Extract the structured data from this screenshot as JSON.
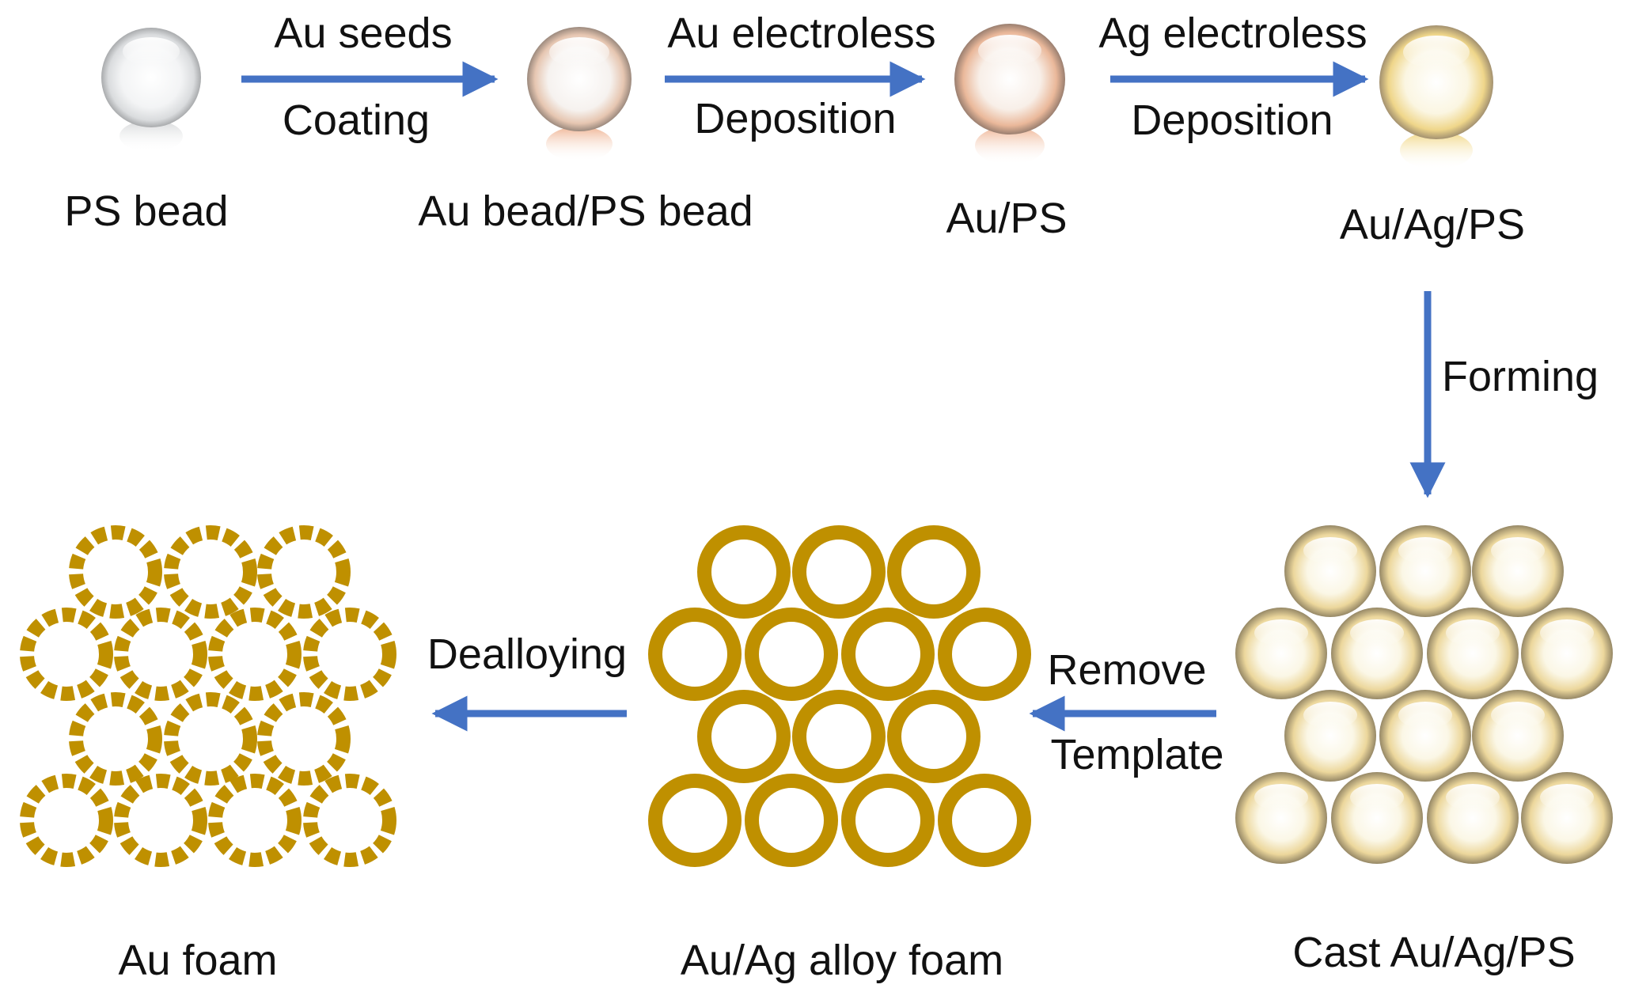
{
  "colors": {
    "arrow": "#4472c4",
    "gold": "#bf9000",
    "text": "#111111",
    "bead_edge": "#bdbdbd",
    "au_tint": "#e7a57e",
    "ag_tint": "#f0d070"
  },
  "stages": {
    "ps_bead": "PS bead",
    "au_seed_bead": "Au bead/PS bead",
    "au_ps": "Au/PS",
    "au_ag_ps": "Au/Ag/PS",
    "cast": "Cast Au/Ag/PS",
    "alloy_foam": "Au/Ag alloy foam",
    "au_foam": "Au foam"
  },
  "steps": {
    "seed_top": "Au seeds",
    "seed_bottom": "Coating",
    "au_top": "Au electroless",
    "au_bottom": "Deposition",
    "ag_top": "Ag electroless",
    "ag_bottom": "Deposition",
    "forming": "Forming",
    "remove_top": "Remove",
    "remove_bottom": "Template",
    "dealloying": "Dealloying"
  },
  "icons": {
    "bead": "sphere-icon",
    "ring": "ring-icon",
    "porous_ring": "porous-ring-icon"
  }
}
